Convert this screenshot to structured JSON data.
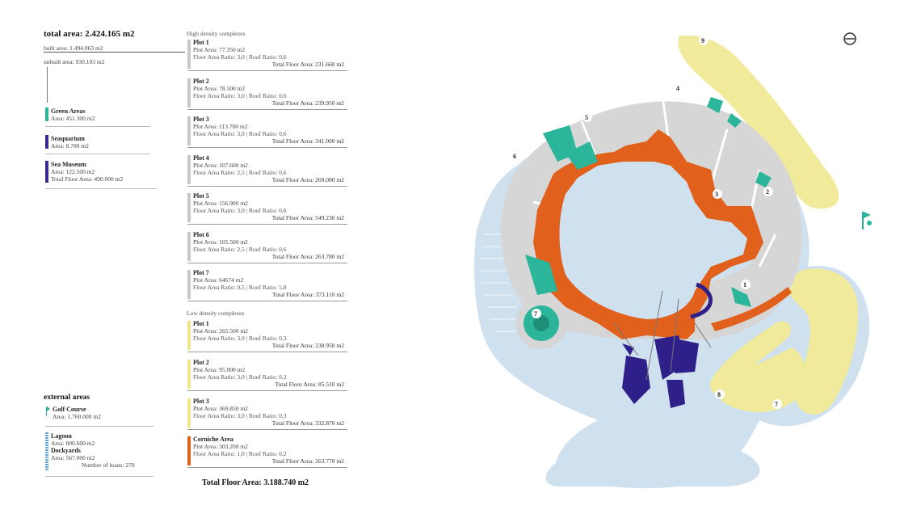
{
  "summary": {
    "total_area": "total area:  2.424.165 m2",
    "built_area": "built area: 1.494.063 m2",
    "unbuilt_area": "unbuilt area: 930.103 m2"
  },
  "legend": {
    "green": {
      "name": "Green Areas",
      "line1": "Area: 451.300 m2",
      "color": "#2bb59a"
    },
    "seaquarium": {
      "name": "Seaquarium",
      "line1": "Area: 8.700 m2",
      "color": "#3a2a8c"
    },
    "museum": {
      "name": "Sea Museum",
      "line1": "Area: 122.500 m2",
      "line2": "Total Floor Area: 490.000 m2",
      "color": "#3a2a8c"
    }
  },
  "external": {
    "heading": "external areas",
    "golf": {
      "name": "Golf Course",
      "line1": "Area: 1.760.000 m2",
      "icon": "golf-flag-icon"
    },
    "lagoon": {
      "name": "Lagoon",
      "line1": "Area: 800.600 m2",
      "color": "#6aa9d6"
    },
    "dockyards": {
      "name": "Dockyards",
      "line1": "Area: 567.000 m2",
      "line2": "Number of boats: 270"
    }
  },
  "high_density": {
    "heading": "High density complexes",
    "color": "#c8c8c8",
    "plots": [
      {
        "name": "Plot 1",
        "area": "Plot Area: 77.350 m2",
        "ratio": "Floor Area Ratio: 3,0 | Roof Ratio: 0,6",
        "tfa": "Total Floor Area: 231.660 m2"
      },
      {
        "name": "Plot 2",
        "area": "Plot Area: 78.500 m2",
        "ratio": "Floor Area Ratio: 3,0 | Roof Ratio: 0,6",
        "tfa": "Total Floor Area: 239.950 m2"
      },
      {
        "name": "Plot 3",
        "area": "Plot Area: 113.700 m2",
        "ratio": "Floor Area Ratio: 3,0 | Roof Ratio: 0,6",
        "tfa": "Total Floor Area: 341.000 m2"
      },
      {
        "name": "Plot 4",
        "area": "Plot Area: 107.600 m2",
        "ratio": "Floor Area Ratio: 2,5 | Roof Ratio: 0,6",
        "tfa": "Total Floor Area: 269.000 m2"
      },
      {
        "name": "Plot 5",
        "area": "Plot Area: 156.900 m2",
        "ratio": "Floor Area Ratio: 3,0 | Roof Ratio: 0,6",
        "tfa": "Total Floor Area: 549.230 m2"
      },
      {
        "name": "Plot 6",
        "area": "Plot Area: 105.500 m2",
        "ratio": "Floor Area Ratio: 2,5 | Roof Ratio: 0,6",
        "tfa": "Total Floor Area: 263.780 m2"
      },
      {
        "name": "Plot 7",
        "area": "Plot Area: 64674 m2",
        "ratio": "Floor Area Ratio: 0,5 | Roof Ratio: 5,8",
        "tfa": "Total Floor Area: 373.110 m2"
      }
    ]
  },
  "low_density": {
    "heading": "Low density complexes",
    "color": "#f0e58a",
    "plots": [
      {
        "name": "Plot 1",
        "area": "Plot Area: 265.500 m2",
        "ratio": "Floor Area Ratio: 3,0 | Roof Ratio: 0,3",
        "tfa": "Total Floor Area: 238.950 m2"
      },
      {
        "name": "Plot 2",
        "area": "Plot Area: 95.000 m2",
        "ratio": "Floor Area Ratio: 3,0 | Roof Ratio: 0,3",
        "tfa": "Total Floor Area: 85.510 m2"
      },
      {
        "name": "Plot 3",
        "area": "Plot Area: 369.850 m2",
        "ratio": "Floor Area Ratio: 3,0 | Roof Ratio: 0,3",
        "tfa": "Total Floor Area: 332.870 m2"
      }
    ]
  },
  "corniche": {
    "name": "Corniche Area",
    "area": "Plot Area: 303.200 m2",
    "ratio": "Floor Area Ratio: 1,0 | Roof Ratio: 0,2",
    "tfa": "Total Floor Area: 263.770 m2",
    "color": "#e0601c"
  },
  "grand_total": "Total Floor Area: 3.188.740 m2",
  "map": {
    "labels_high": [
      "1",
      "2",
      "3",
      "4",
      "5",
      "6",
      "7"
    ],
    "labels_low": [
      "9",
      "8",
      "7"
    ],
    "colors": {
      "water": "#cfe0ee",
      "built": "#d6d6d6",
      "low": "#f1ea9a",
      "green": "#2bb59a",
      "corniche": "#e0601c",
      "museum": "#2e2088"
    },
    "compass_icon": "north-arrow-icon"
  }
}
